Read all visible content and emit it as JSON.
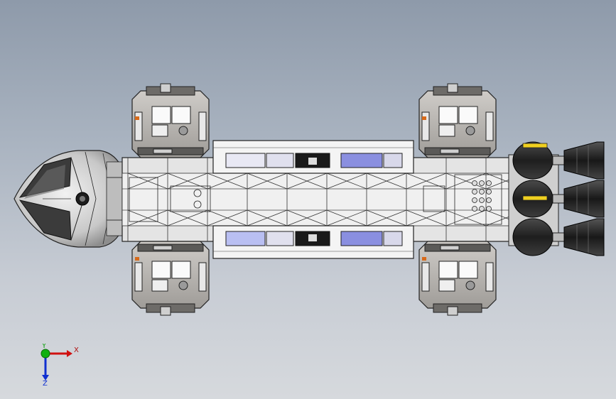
{
  "viewport": {
    "background_top": "#8e9aaa",
    "background_bottom": "#d6d9dd"
  },
  "model": {
    "description_icon": "spacecraft-cad-model",
    "colors": {
      "pod_body": "#b9b6b2",
      "pod_dark": "#5b5a58",
      "frame": "#d9d9d9",
      "frame_line": "#2a2a2a",
      "window": "#8a8fe0",
      "engine": "#2b2b2b",
      "accent_yellow": "#f0d020",
      "accent_orange": "#d86a1a"
    }
  },
  "triad": {
    "x_label": "X",
    "y_label": "Y",
    "z_label": "Z",
    "x_color": "#d01010",
    "y_color": "#10b010",
    "z_color": "#1030d0"
  }
}
